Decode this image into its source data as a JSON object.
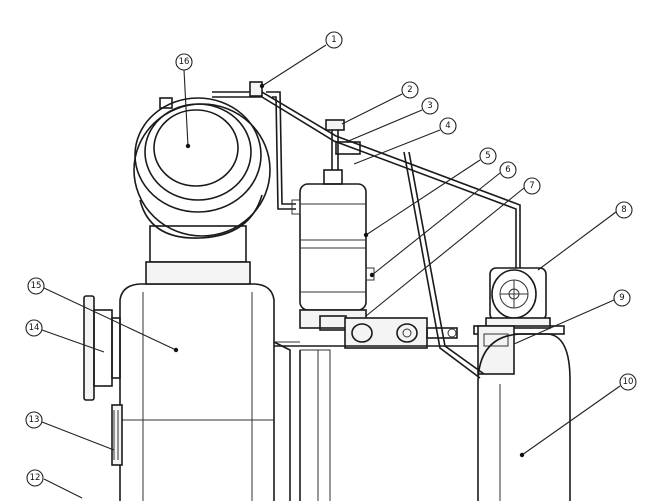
{
  "diagram": {
    "colors": {
      "line": "#1a1a1a",
      "background": "#ffffff",
      "shade": "#f4f4f4"
    },
    "callouts": [
      {
        "label": "1"
      },
      {
        "label": "2"
      },
      {
        "label": "3"
      },
      {
        "label": "4"
      },
      {
        "label": "5"
      },
      {
        "label": "6"
      },
      {
        "label": "7"
      },
      {
        "label": "8"
      },
      {
        "label": "9"
      },
      {
        "label": "10"
      },
      {
        "label": "12"
      },
      {
        "label": "13"
      },
      {
        "label": "14"
      },
      {
        "label": "15"
      },
      {
        "label": "16"
      }
    ]
  }
}
